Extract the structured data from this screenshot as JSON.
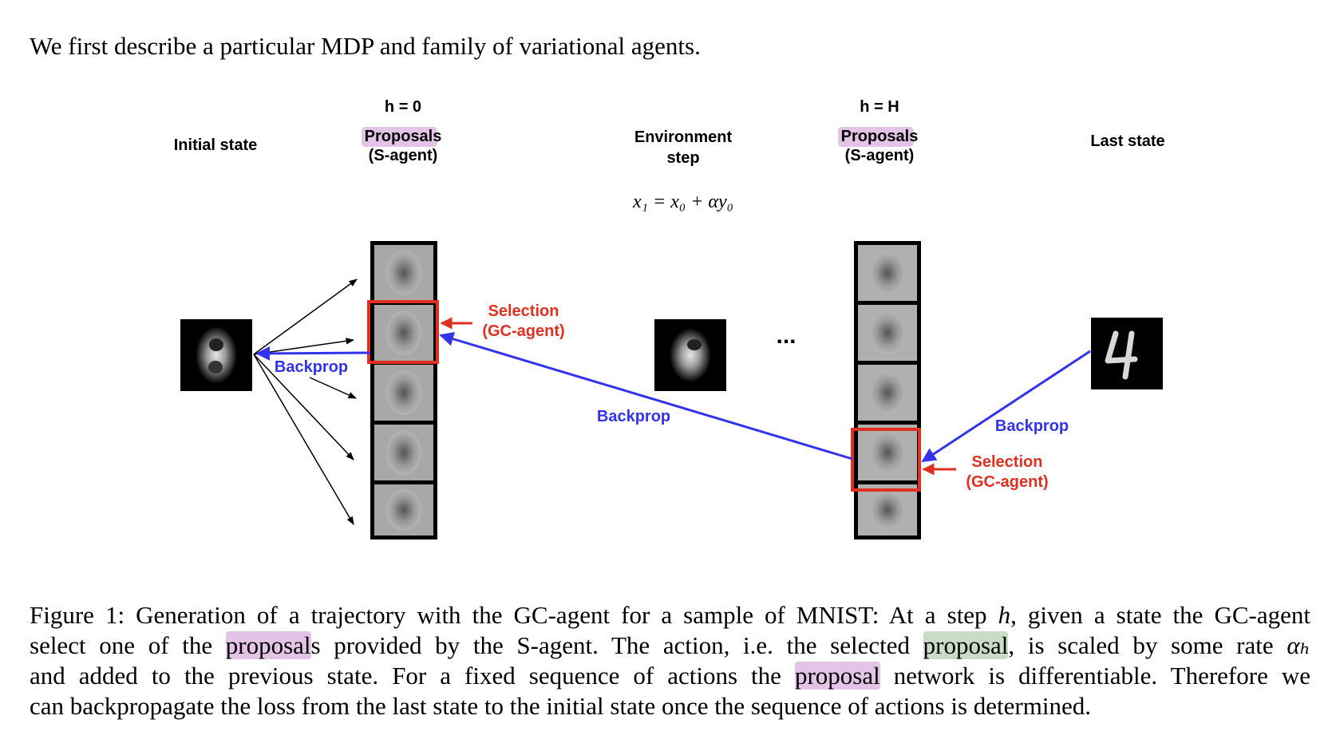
{
  "intro_text": "We first describe a particular MDP and family of variational agents.",
  "figure": {
    "initial_state": "Initial state",
    "h0_label": "h = 0",
    "hH_label": "h = H",
    "proposals_main": "Proposal",
    "proposals_suffix": "s",
    "s_agent": "(S-agent)",
    "env_step_line1": "Environment",
    "env_step_line2": "step",
    "env_equation": "x₁ = x₀ + αy₀",
    "last_state": "Last state",
    "selection": "Selection",
    "gc_agent": "(GC-agent)",
    "backprop": "Backprop",
    "ellipsis": "...",
    "colors": {
      "backprop_blue": "#3333ee",
      "selection_red": "#e03020",
      "highlight_pink": "#e3c4e6",
      "highlight_green": "#c9dcc6"
    }
  },
  "caption": {
    "line1_a": "Figure 1: Generation of a trajectory with the GC-agent for a sample of MNIST: At a step ",
    "line1_h": "h",
    "line1_b": ", given a state the GC-agent",
    "line2_a": "select one of the ",
    "line2_hl": "proposal",
    "line2_b": "s provided by the S-agent. The action, i.e. the selected ",
    "line2_hl2": "proposal",
    "line2_c": ", is scaled by some rate ",
    "line2_alpha": "αₕ",
    "line3_a": "and added to the previous state. For a fixed sequence of actions the ",
    "line3_hl": "proposal",
    "line3_b": " network is differentiable. Therefore we",
    "line4": "can backpropagate the loss from the last state to the initial state once the sequence of actions is determined."
  }
}
